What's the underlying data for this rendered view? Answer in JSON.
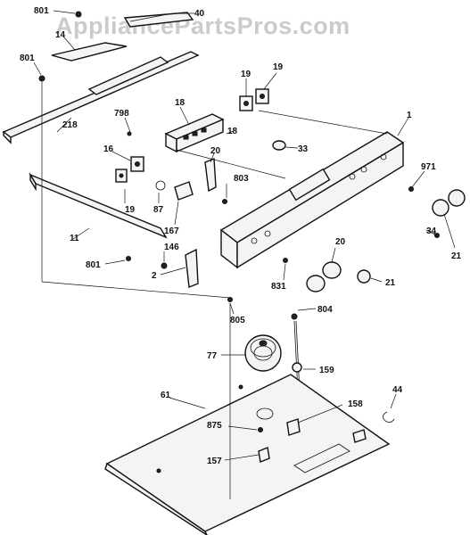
{
  "watermark": "AppliancePartsPros.com",
  "callouts": {
    "c801_top": "801",
    "c40": "40",
    "c14": "14",
    "c801_left": "801",
    "c218": "218",
    "c19_a": "19",
    "c19_b": "19",
    "c798": "798",
    "c18_a": "18",
    "c18_b": "18",
    "c1": "1",
    "c16": "16",
    "c20_a": "20",
    "c33": "33",
    "c971": "971",
    "c19_c": "19",
    "c87": "87",
    "c803": "803",
    "c167": "167",
    "c11": "11",
    "c34": "34",
    "c21_a": "21",
    "c146": "146",
    "c801_mid": "801",
    "c2": "2",
    "c20_b": "20",
    "c21_b": "21",
    "c831": "831",
    "c805": "805",
    "c804": "804",
    "c77": "77",
    "c159": "159",
    "c61": "61",
    "c44": "44",
    "c158": "158",
    "c875": "875",
    "c157": "157"
  }
}
